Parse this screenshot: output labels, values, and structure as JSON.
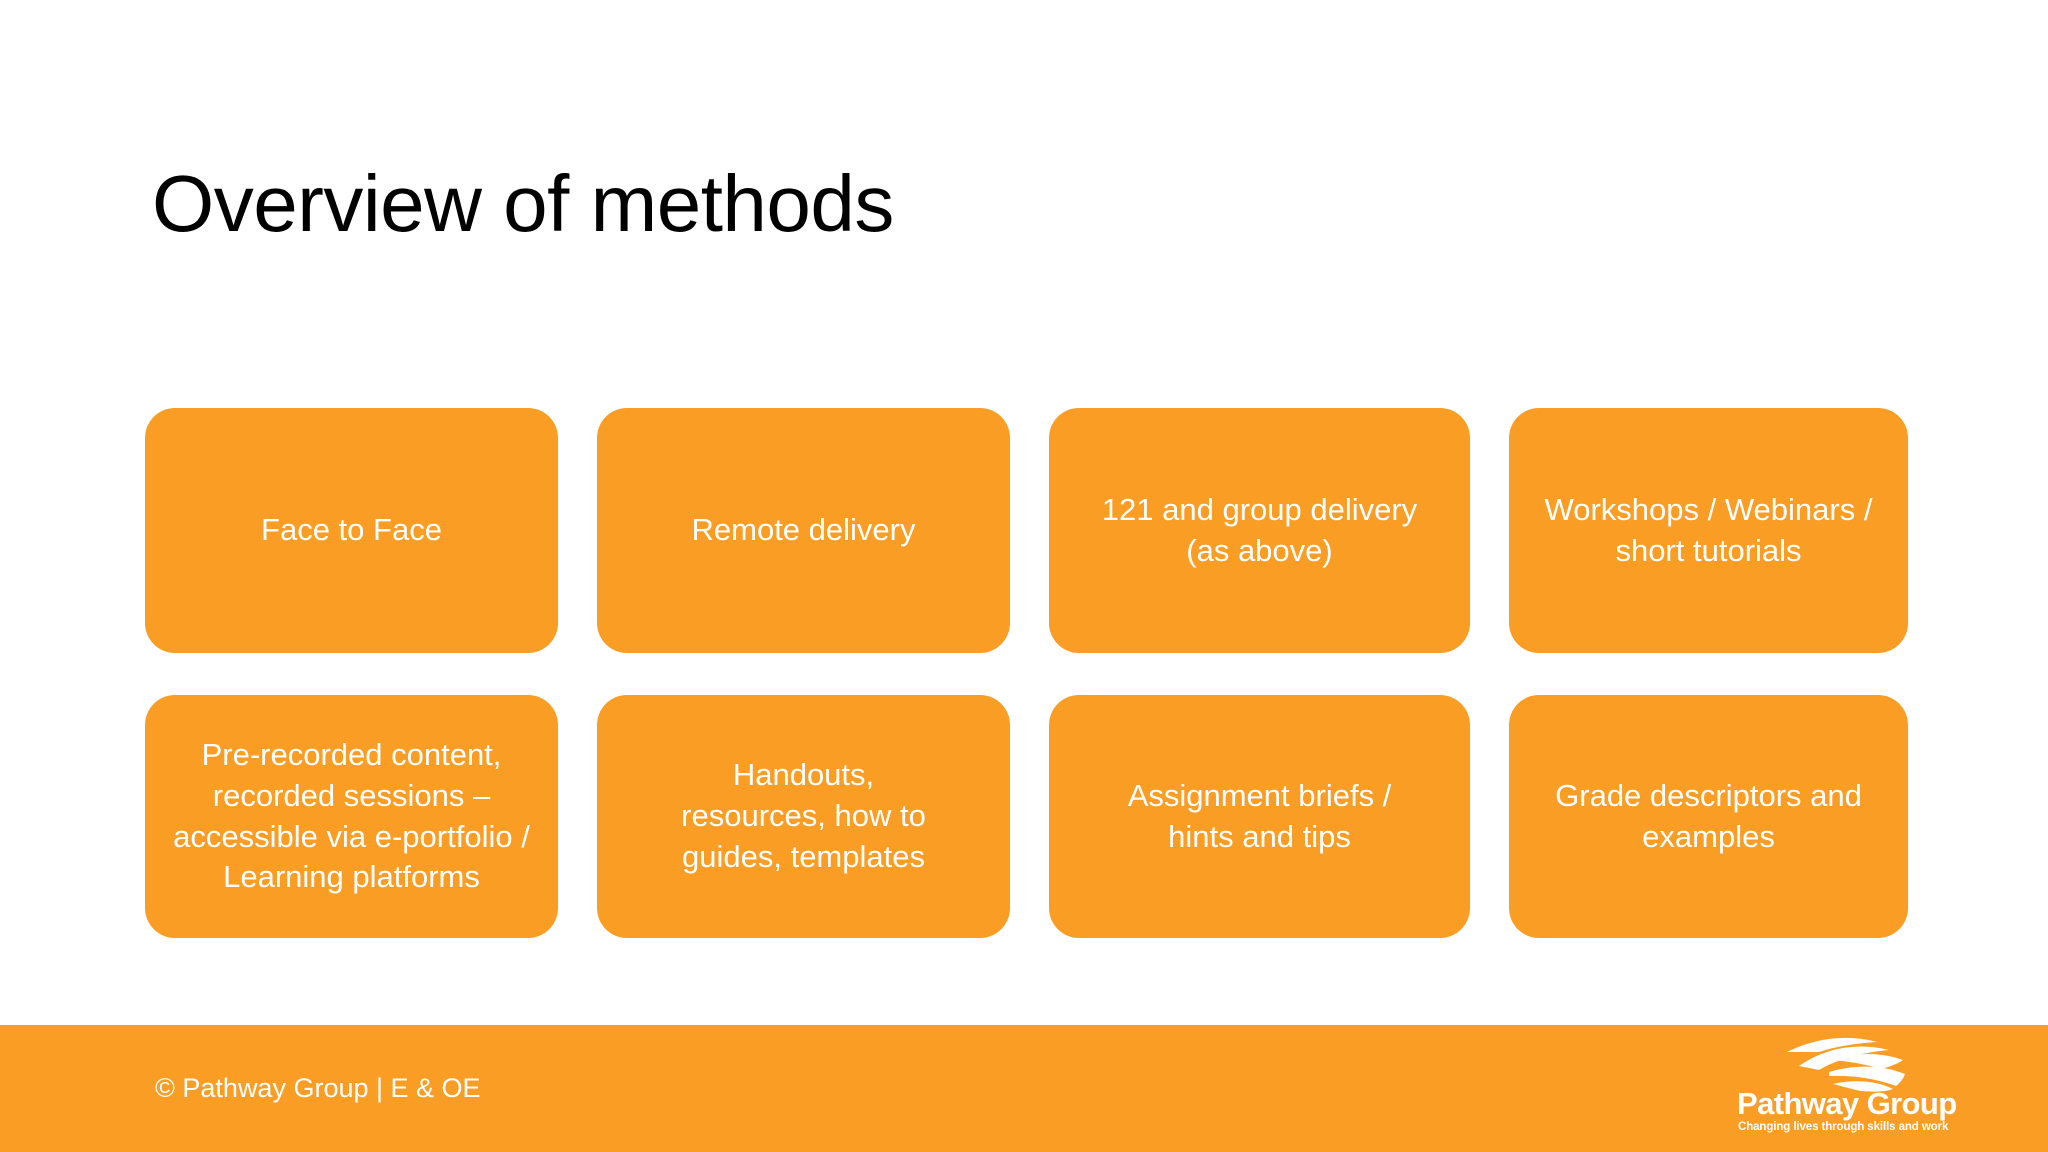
{
  "slide": {
    "title": "Overview of methods",
    "background_color": "#FFFFFF",
    "accent_color": "#FA9D24",
    "card_text_color": "#FFFFFF",
    "title_color": "#000000"
  },
  "cards": [
    {
      "label": "Face to Face"
    },
    {
      "label": "Remote delivery"
    },
    {
      "label": "121 and group delivery (as above)"
    },
    {
      "label": "Workshops / Webinars / short tutorials"
    },
    {
      "label": "Pre-recorded content, recorded sessions – accessible via e-portfolio / Learning platforms"
    },
    {
      "label": "Handouts, resources, how to guides, templates"
    },
    {
      "label": "Assignment briefs / hints and tips"
    },
    {
      "label": "Grade descriptors and examples"
    }
  ],
  "footer": {
    "copyright": "© Pathway Group | E & OE",
    "logo": {
      "name": "Pathway Group",
      "tagline": "Changing lives through skills and work",
      "mark": "swoosh-icon"
    }
  }
}
